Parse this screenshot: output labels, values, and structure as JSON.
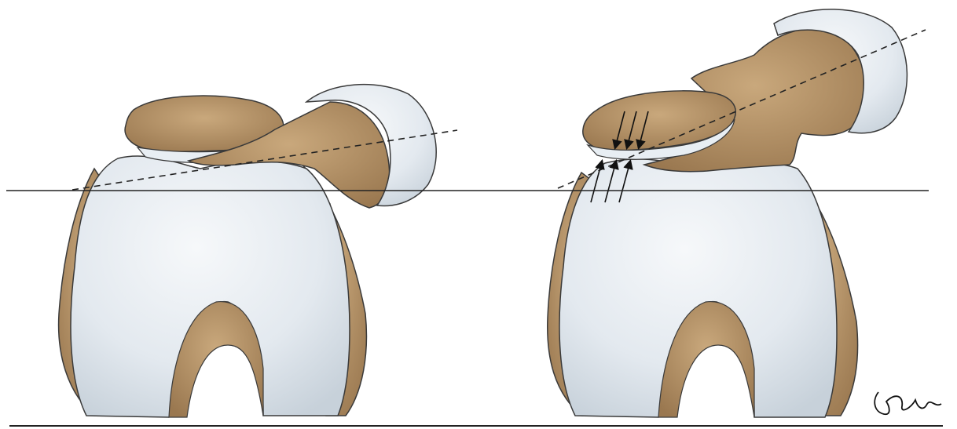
{
  "figure": {
    "panels": [
      {
        "id": "left",
        "contact_arrows": false
      },
      {
        "id": "right",
        "contact_arrows": true
      }
    ],
    "colors": {
      "cartilage_fill": "#e6ecf1",
      "cartilage_shadow": "#c9d3dc",
      "bone_fill": "#b8956a",
      "bone_dark": "#8c6a42",
      "outline": "#3a3a3a",
      "line": "#222222"
    },
    "signature": "SilviaBs"
  }
}
